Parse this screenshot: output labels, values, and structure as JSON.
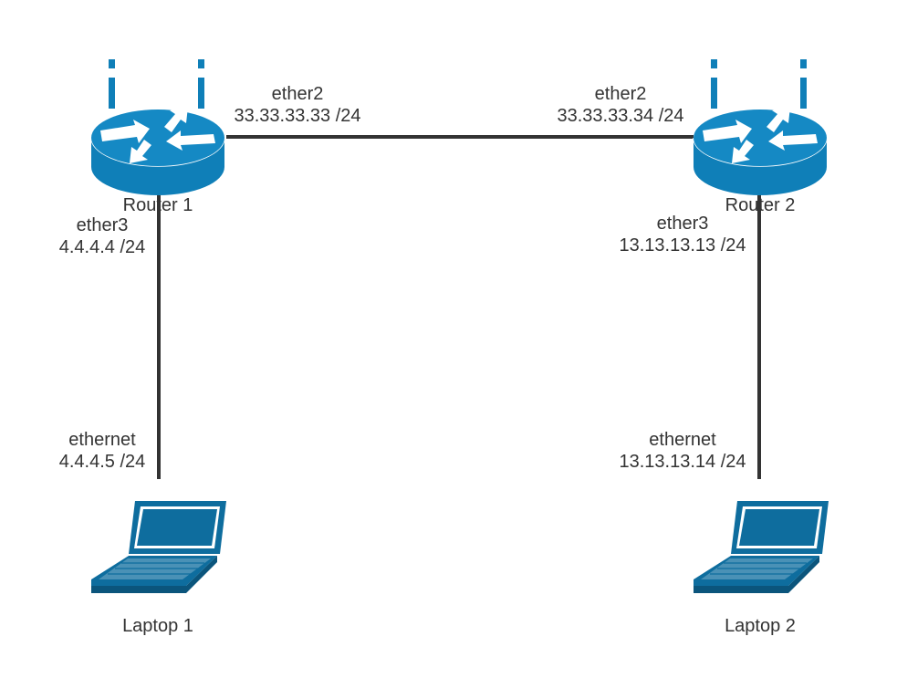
{
  "colors": {
    "device_fill": "#0f7fb8",
    "device_dark": "#0a5f8e",
    "laptop_fill": "#0e6d9e",
    "laptop_dark": "#0b557c",
    "link": "#333333",
    "text": "#333333"
  },
  "routers": [
    {
      "name": "Router 1",
      "icon": "router-icon"
    },
    {
      "name": "Router 2",
      "icon": "router-icon"
    }
  ],
  "laptops": [
    {
      "name": "Laptop 1",
      "icon": "laptop-icon"
    },
    {
      "name": "Laptop 2",
      "icon": "laptop-icon"
    }
  ],
  "interfaces": {
    "r1_ether2": {
      "name": "ether2",
      "ip": "33.33.33.33 /24"
    },
    "r2_ether2": {
      "name": "ether2",
      "ip": "33.33.33.34 /24"
    },
    "r1_ether3": {
      "name": "ether3",
      "ip": "4.4.4.4 /24"
    },
    "r2_ether3": {
      "name": "ether3",
      "ip": "13.13.13.13 /24"
    },
    "l1_ethernet": {
      "name": "ethernet",
      "ip": "4.4.4.5 /24"
    },
    "l2_ethernet": {
      "name": "ethernet",
      "ip": "13.13.13.14 /24"
    }
  }
}
